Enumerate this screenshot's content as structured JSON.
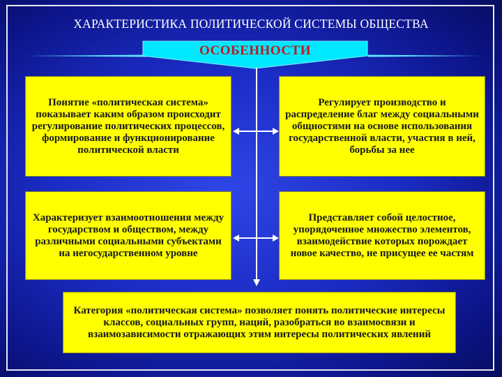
{
  "title": "ХАРАКТЕРИСТИКА ПОЛИТИЧЕСКОЙ СИСТЕМЫ ОБЩЕСТВА",
  "banner": "ОСОБЕННОСТИ",
  "boxes": {
    "top_left": "Понятие «политическая система» показывает каким образом происходит регулирование политических процессов, формирование и функционирование политической власти",
    "top_right": "Регулирует производство и распределение благ между социальными общностями на основе использования государственной власти, участия в ней, борьбы за нее",
    "middle_left": "Характеризует взаимоотношения между государством и обществом, между различными социальными субъектами на негосударственном уровне",
    "middle_right": "Представляет собой целостное, упорядоченное множество элементов, взаимодействие которых порождает новое качество, не присущее ее частям",
    "bottom": "Категория «политическая система» позволяет понять политические интересы классов, социальных групп, наций, разобраться во взаимосвязи и взаимозависимости отражающих этим интересы политических явлений"
  },
  "colors": {
    "background": "#1b2cc4",
    "box": "#ffff00",
    "banner": "#00e8ff",
    "banner_text": "#c0181c",
    "connector": "#ffffff"
  }
}
